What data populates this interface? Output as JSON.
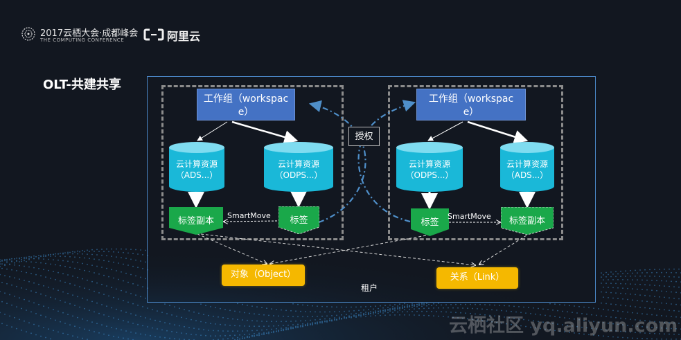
{
  "header": {
    "conference_title": "2017云栖大会·成都峰会",
    "conference_subtitle": "THE COMPUTING CONFERENCE",
    "brand": "阿里云"
  },
  "slide": {
    "title": "OLT-共建共享",
    "tenant_label": "租户",
    "grant_label": "授权",
    "smartmove_label": "SmartMove"
  },
  "left_group": {
    "workspace_line1": "工作组（workspac",
    "workspace_line2": "e）",
    "db_left_line1": "云计算资源",
    "db_left_line2": "（ADS...）",
    "db_right_line1": "云计算资源",
    "db_right_line2": "（ODPS...）",
    "tag_copy": "标签副本",
    "tag": "标签"
  },
  "right_group": {
    "workspace_line1": "工作组（workspac",
    "workspace_line2": "e）",
    "db_left_line1": "云计算资源",
    "db_left_line2": "（ODPS...）",
    "db_right_line1": "云计算资源",
    "db_right_line2": "（ADS...）",
    "tag": "标签",
    "tag_copy": "标签副本"
  },
  "bottom": {
    "object_label": "对象（Object）",
    "link_label": "关系（Link）"
  },
  "watermark": "云栖社区 yq.aliyun.com",
  "colors": {
    "workspace": "#4472c4",
    "database": "#1ab8d8",
    "database_top": "#7fdcf0",
    "tag": "#1aa84a",
    "yellow": "#f5b800",
    "dash_blue": "#4f8fc9"
  }
}
